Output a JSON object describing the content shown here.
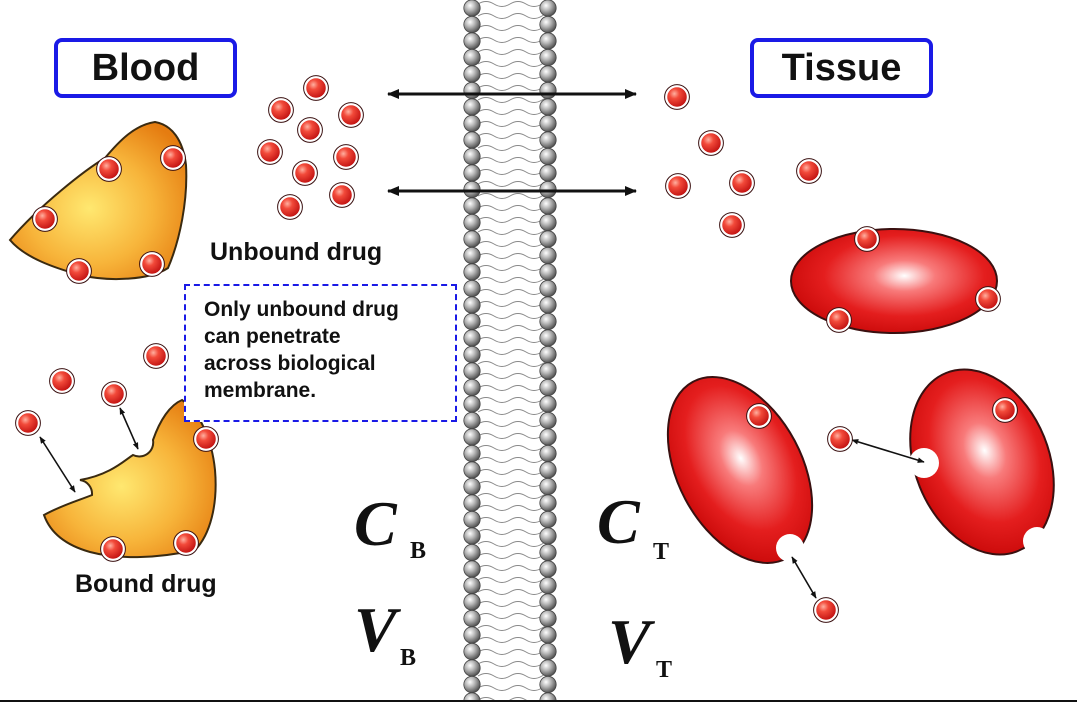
{
  "labels": {
    "blood": "Blood",
    "tissue": "Tissue",
    "unbound_drug": "Unbound drug",
    "bound_drug": "Bound drug"
  },
  "note": {
    "lines": [
      "Only unbound drug",
      "can penetrate",
      "across biological",
      "membrane."
    ]
  },
  "symbols": {
    "concentration_blood": {
      "letter": "C",
      "sub": "B"
    },
    "volume_blood": {
      "letter": "V",
      "sub": "B"
    },
    "concentration_tissue": {
      "letter": "C",
      "sub": "T"
    },
    "volume_tissue": {
      "letter": "V",
      "sub": "T"
    }
  },
  "colors": {
    "label_border": "#1a1ae6",
    "drug": "#e32222",
    "blood_protein": "#f29a1a",
    "tissue_protein": "#e01818",
    "membrane": "#9a9a9a"
  }
}
